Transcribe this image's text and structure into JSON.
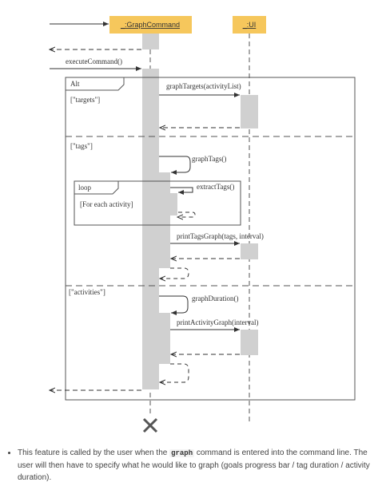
{
  "lifelines": {
    "graph_command": "_:GraphCommand",
    "ui": "_:UI"
  },
  "messages": {
    "execute_command": "executeCommand()",
    "graph_targets": "graphTargets(activityList)",
    "graph_tags": "graphTags()",
    "extract_tags": "extractTags()",
    "print_tags_graph": "printTagsGraph(tags, interval)",
    "graph_duration": "graphDuration()",
    "print_activity_graph": "printActivityGraph(interval)"
  },
  "fragments": {
    "alt_label": "Alt",
    "guard_targets": "[\"targets\"]",
    "guard_tags": "[\"tags\"]",
    "guard_activities": "[\"activities\"]",
    "loop_label": "loop",
    "loop_guard": "[For each activity]"
  },
  "notes": {
    "part1": "This feature is called by the user when the ",
    "command": "graph",
    "part2": " command is entered into the command line. The user will then have to specify what he would like to graph (goals progress bar / tag duration / activity duration)."
  },
  "colors": {
    "lifeline_head": "#f6c75c",
    "activation": "#d0d0d0"
  }
}
